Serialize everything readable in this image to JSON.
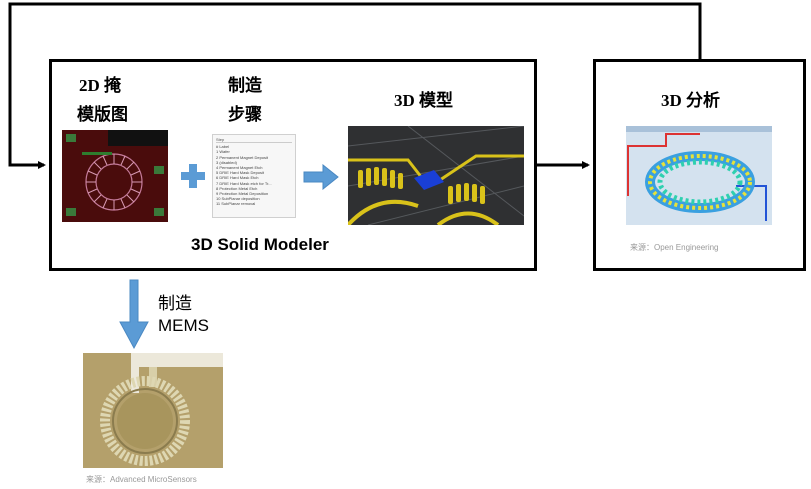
{
  "main_box": {
    "mask_label_line1": "2D 掩",
    "mask_label_line2": "模版图",
    "process_label_line1": "制造",
    "process_label_line2": "步骤",
    "model_label": "3D 模型",
    "title": "3D Solid Modeler"
  },
  "analysis_box": {
    "title": "3D 分析",
    "source": "来源：Open Engineering"
  },
  "fabrication": {
    "label_line1": "制造",
    "label_line2": "MEMS",
    "source": "来源：Advanced MicroSensors"
  },
  "process_steps": {
    "header": "Step",
    "column_header": "# Label",
    "items": [
      "1   Wafer",
      "2   Permanent Magnet Deposit",
      "3   (disabled)",
      "4   Permanent Magnet Etch",
      "5   DRIE Hard Mask Deposit",
      "6   DRIE Hard Mask Etch",
      "7   DRIE Hard Mask etch for Tr...",
      "8   Protection Metal Etch",
      "9   Protection Metal Deposition",
      "10  SubPlanar deposition",
      "11  SubPlanar removal"
    ]
  },
  "colors": {
    "border": "#000000",
    "arrow_blue": "#5b9bd5",
    "plus_blue": "#5b9bd5",
    "coil_yellow": "#d9c21a",
    "mask_dark_red": "#5a0d0d"
  }
}
